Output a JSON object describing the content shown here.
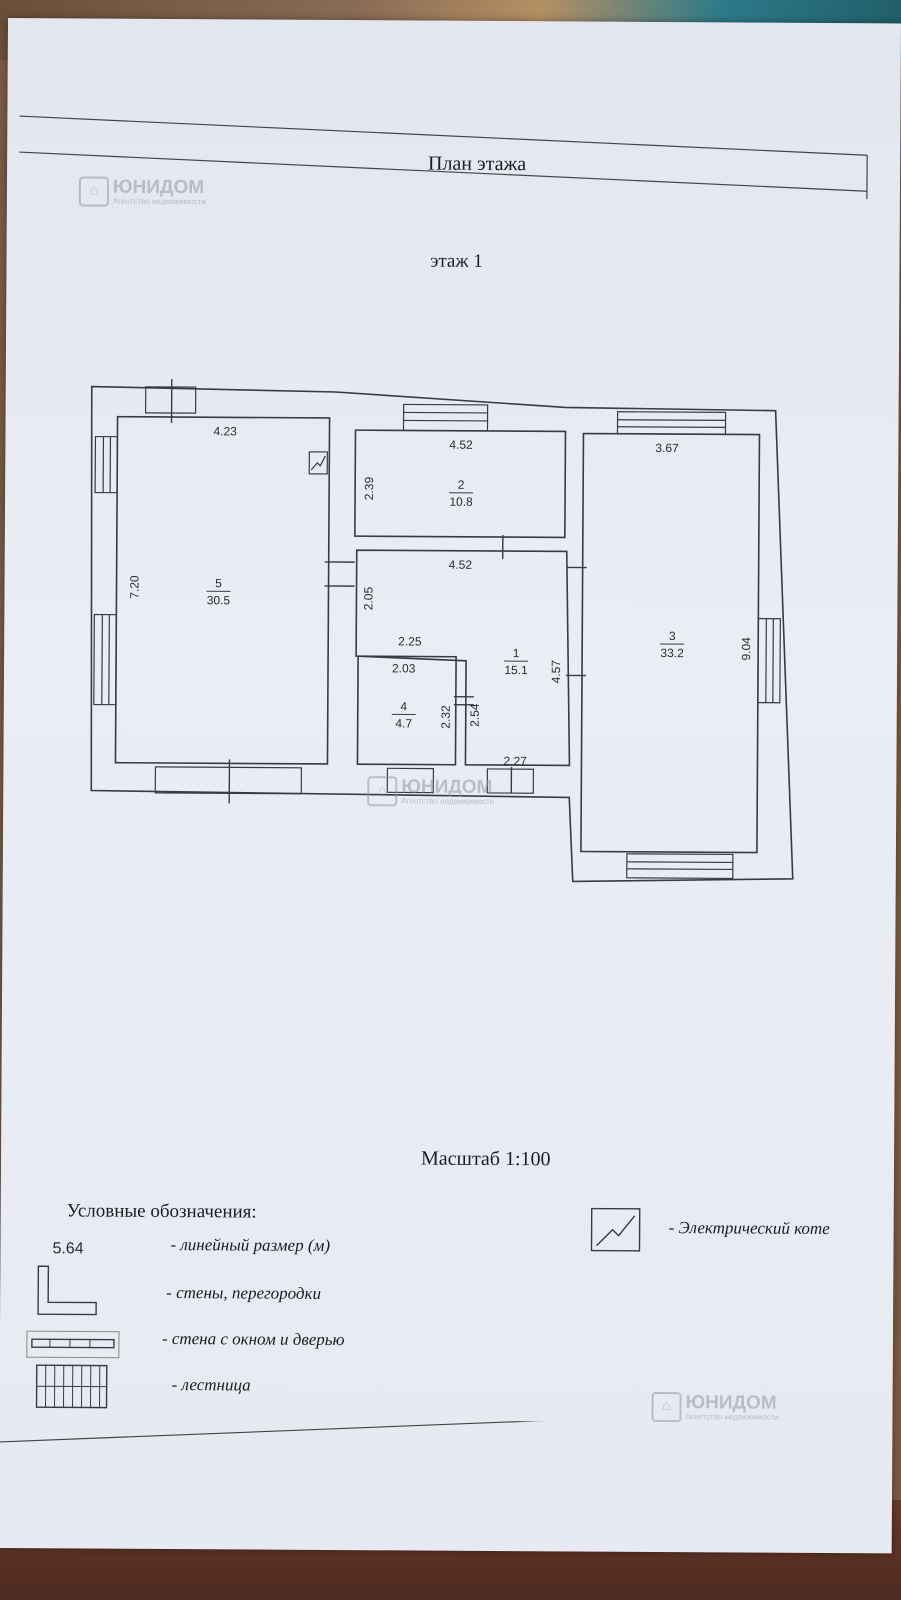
{
  "header": {
    "title": "План этажа",
    "subtitle": "этаж 1"
  },
  "watermark": {
    "name": "ЮНИДОМ",
    "tagline": "Агентство недвижимости"
  },
  "rooms": [
    {
      "number": "1",
      "area": "15.1"
    },
    {
      "number": "2",
      "area": "10.8"
    },
    {
      "number": "3",
      "area": "33.2"
    },
    {
      "number": "4",
      "area": "4.7"
    },
    {
      "number": "5",
      "area": "30.5"
    }
  ],
  "dimensions": {
    "room5_width": "4.23",
    "room5_height": "7.20",
    "room2_width": "4.52",
    "room2_height": "2.39",
    "room3_width": "3.67",
    "room3_height": "9.04",
    "room1_top": "4.52",
    "room1_left": "2.05",
    "room1_mid": "2.25",
    "room1_right": "4.57",
    "room1_bottom": "2.27",
    "room1_inner": "2.54",
    "room4_width": "2.03",
    "room4_height": "2.32"
  },
  "scale": "Масштаб 1:100",
  "legend": {
    "title": "Условные обозначения:",
    "sample_dimension": "5.64",
    "items": [
      {
        "label": "- линейный размер (м)"
      },
      {
        "label": "- стены, перегородки"
      },
      {
        "label": "- стена с окном и дверью"
      },
      {
        "label": "- лестница"
      },
      {
        "label": "- Электрический коте"
      }
    ]
  }
}
